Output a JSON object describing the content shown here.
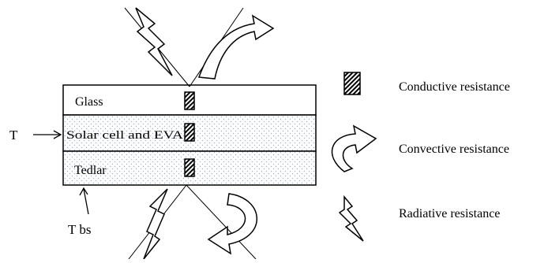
{
  "layers": [
    {
      "label": "Glass",
      "fill": "none"
    },
    {
      "label": "Solar cell and EVA",
      "fill": "dots"
    },
    {
      "label": "Tedlar",
      "fill": "dots"
    }
  ],
  "annotations": {
    "t_label": "T",
    "tbs_label": "T bs"
  },
  "legend": [
    {
      "icon": "conductive-resistance-icon",
      "label": "Conductive resistance"
    },
    {
      "icon": "convective-resistance-icon",
      "label": "Convective resistance"
    },
    {
      "icon": "radiative-resistance-icon",
      "label": "Radiative resistance"
    }
  ],
  "colors": {
    "ink": "#000000",
    "dot_fill": "#9db4d8",
    "layer_fill": "#f2f6fc"
  }
}
